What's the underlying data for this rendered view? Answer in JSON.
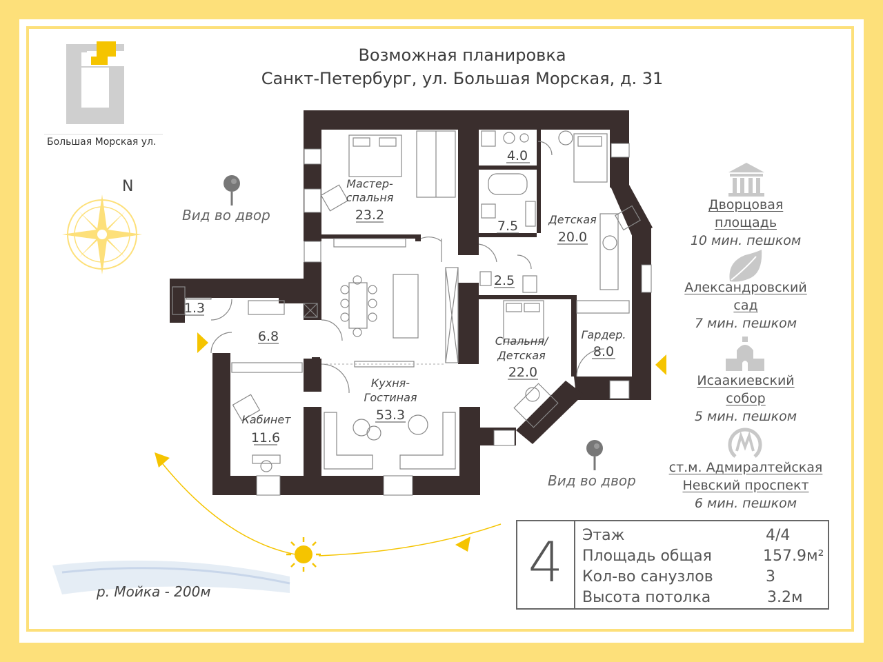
{
  "title": {
    "line1": "Возможная планировка",
    "line2": "Санкт-Петербург, ул. Большая Морская, д. 31"
  },
  "locator": {
    "street_label": "Большая Морская ул."
  },
  "compass": {
    "north_label": "N"
  },
  "views": {
    "yard_left": "Вид во двор",
    "yard_right": "Вид во двор"
  },
  "river_label": "р. Мойка - 200м",
  "rooms": {
    "master_name1": "Мастер-",
    "master_name2": "спальня",
    "master_area": "23.2",
    "bath_top_area": "4.0",
    "bath_mid_area": "7.5",
    "kids_name": "Детская",
    "kids_area": "20.0",
    "wc_area": "2.5",
    "closet_area": "1.3",
    "hall_area": "6.8",
    "bedroom_name1": "Спальня/",
    "bedroom_name2": "Детская",
    "bedroom_area": "22.0",
    "wardrobe_name": "Гардер.",
    "wardrobe_area": "8.0",
    "kitchen_name1": "Кухня-",
    "kitchen_name2": "Гостиная",
    "kitchen_area": "53.3",
    "office_name": "Кабинет",
    "office_area": "11.6"
  },
  "poi": [
    {
      "icon": "palace-icon",
      "name1": "Дворцовая",
      "name2": "площадь",
      "walk": "10 мин. пешком"
    },
    {
      "icon": "leaf-icon",
      "name1": "Александровский",
      "name2": "сад",
      "walk": "7 мин. пешком"
    },
    {
      "icon": "cathedral-icon",
      "name1": "Исаакиевский",
      "name2": "собор",
      "walk": "5 мин. пешком"
    },
    {
      "icon": "metro-icon",
      "name1": "ст.м. Адмиралтейская",
      "name2": "Невский проспект",
      "walk": "6 мин. пешком"
    }
  ],
  "info": {
    "floor_big": "4",
    "rows": [
      {
        "label": "Этаж",
        "value": "4/4"
      },
      {
        "label": "Площадь общая",
        "value": "157.9м²"
      },
      {
        "label": "Кол-во санузлов",
        "value": "3"
      },
      {
        "label": "Высота потолка",
        "value": "3.2м"
      }
    ]
  },
  "colors": {
    "frame": "#fde07a",
    "wall": "#3a2e2d",
    "accent": "#f5c400",
    "text": "#555555"
  }
}
